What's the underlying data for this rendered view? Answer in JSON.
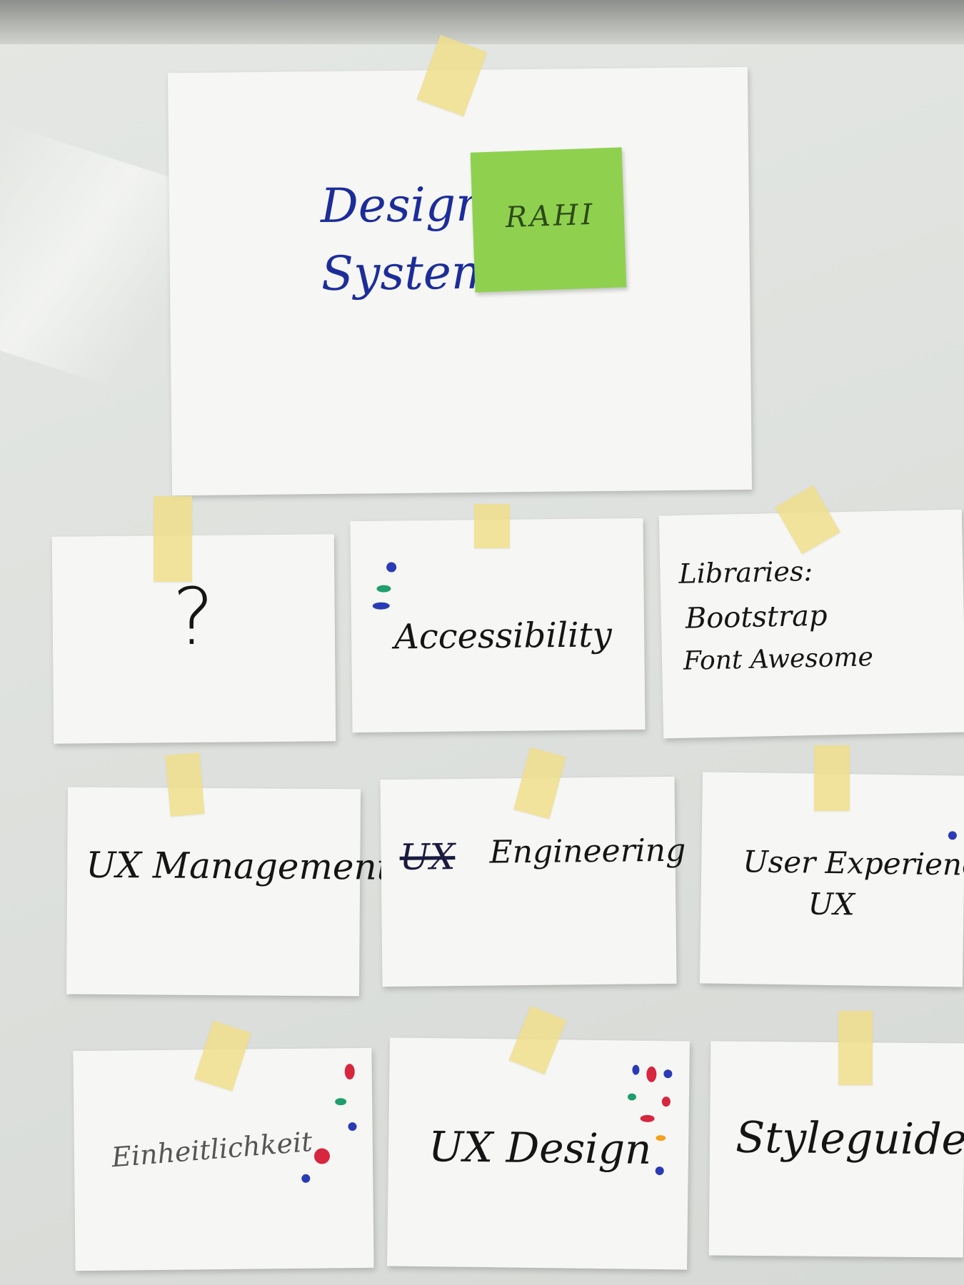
{
  "main_sheet": {
    "line1": "Design",
    "line2": "System"
  },
  "sticky_note": {
    "text": "RAHI"
  },
  "cards": [
    {
      "text": "?"
    },
    {
      "text": "Accessibility"
    },
    {
      "line1": "Libraries:",
      "line2": "Bootstrap",
      "line3": "Font Awesome"
    },
    {
      "text": "UX Management?"
    },
    {
      "struck": "UX",
      "text": "Engineering"
    },
    {
      "line1": "User Experience",
      "line2": "UX"
    },
    {
      "text": "Einheitlichkeit"
    },
    {
      "text": "UX Design"
    },
    {
      "text": "Styleguide"
    }
  ],
  "colors": {
    "marker_blue": "#1c2d9a",
    "marker_black": "#151515",
    "sticky_green": "#8fd14f",
    "tape_yellow": "#f0de8c",
    "dot_red": "#d7263d",
    "dot_green": "#1f9e6e",
    "dot_blue": "#2a3bb5",
    "dot_orange": "#f3a21c"
  }
}
